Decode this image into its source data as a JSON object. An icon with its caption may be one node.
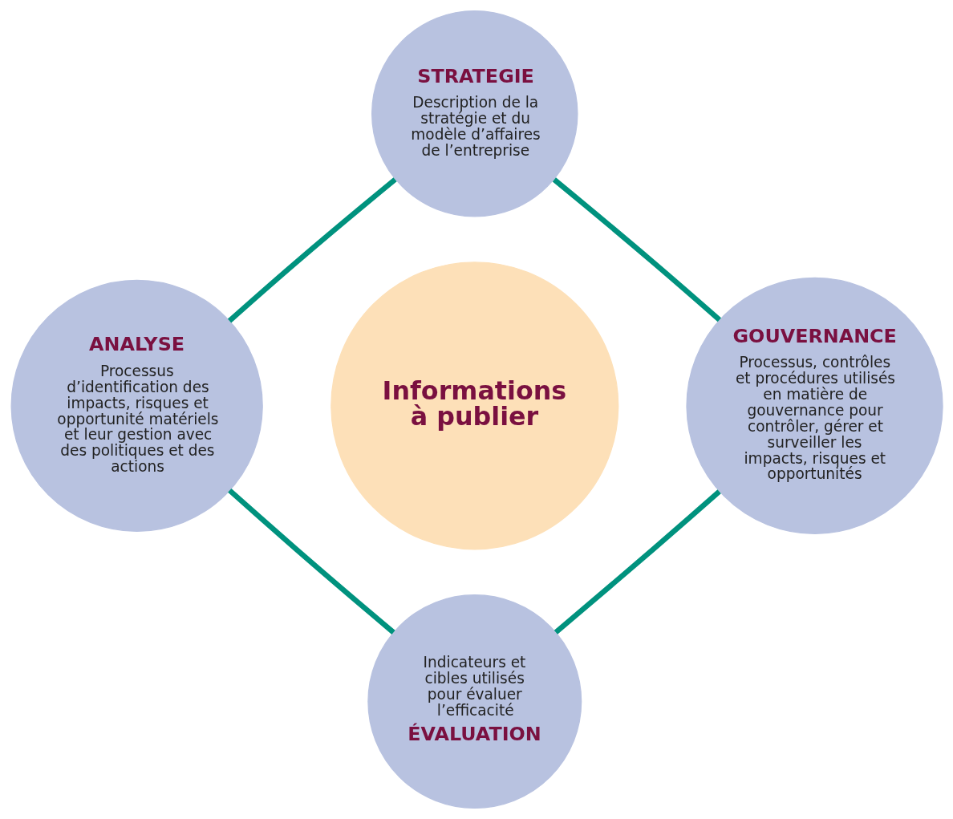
{
  "diagram": {
    "nodes": [
      {
        "text": [
          "STRATEGIE",
          "Description de la stratégie et du modèle d’affaires de l’entreprise"
        ]
      },
      {
        "text": [
          "ANALYSE",
          "Processus d’identification des impacts, risques et opportunité matériels et leur gestion avec des politiques et des actions"
        ]
      },
      {
        "text": [
          "Informations à publier"
        ]
      },
      {
        "text": [
          "GOUVERNANCE",
          "Processus, contrôles et procédures utilisés en matière de gouvernance pour contrôler, gérer et surveiller les impacts, risques et opportunités"
        ]
      },
      {
        "text": [
          "Indicateurs et cibles utilisés pour évaluer l’efficacité",
          "ÉVALUATION"
        ]
      }
    ],
    "edges": [
      {
        "from": 0,
        "to": 3,
        "arrow": "none",
        "color": "#00927e"
      },
      {
        "from": 3,
        "to": 4,
        "arrow": "none",
        "color": "#00927e"
      },
      {
        "from": 4,
        "to": 1,
        "arrow": "none",
        "color": "#00927e"
      },
      {
        "from": 1,
        "to": 0,
        "arrow": "none",
        "color": "#00927e"
      }
    ]
  }
}
